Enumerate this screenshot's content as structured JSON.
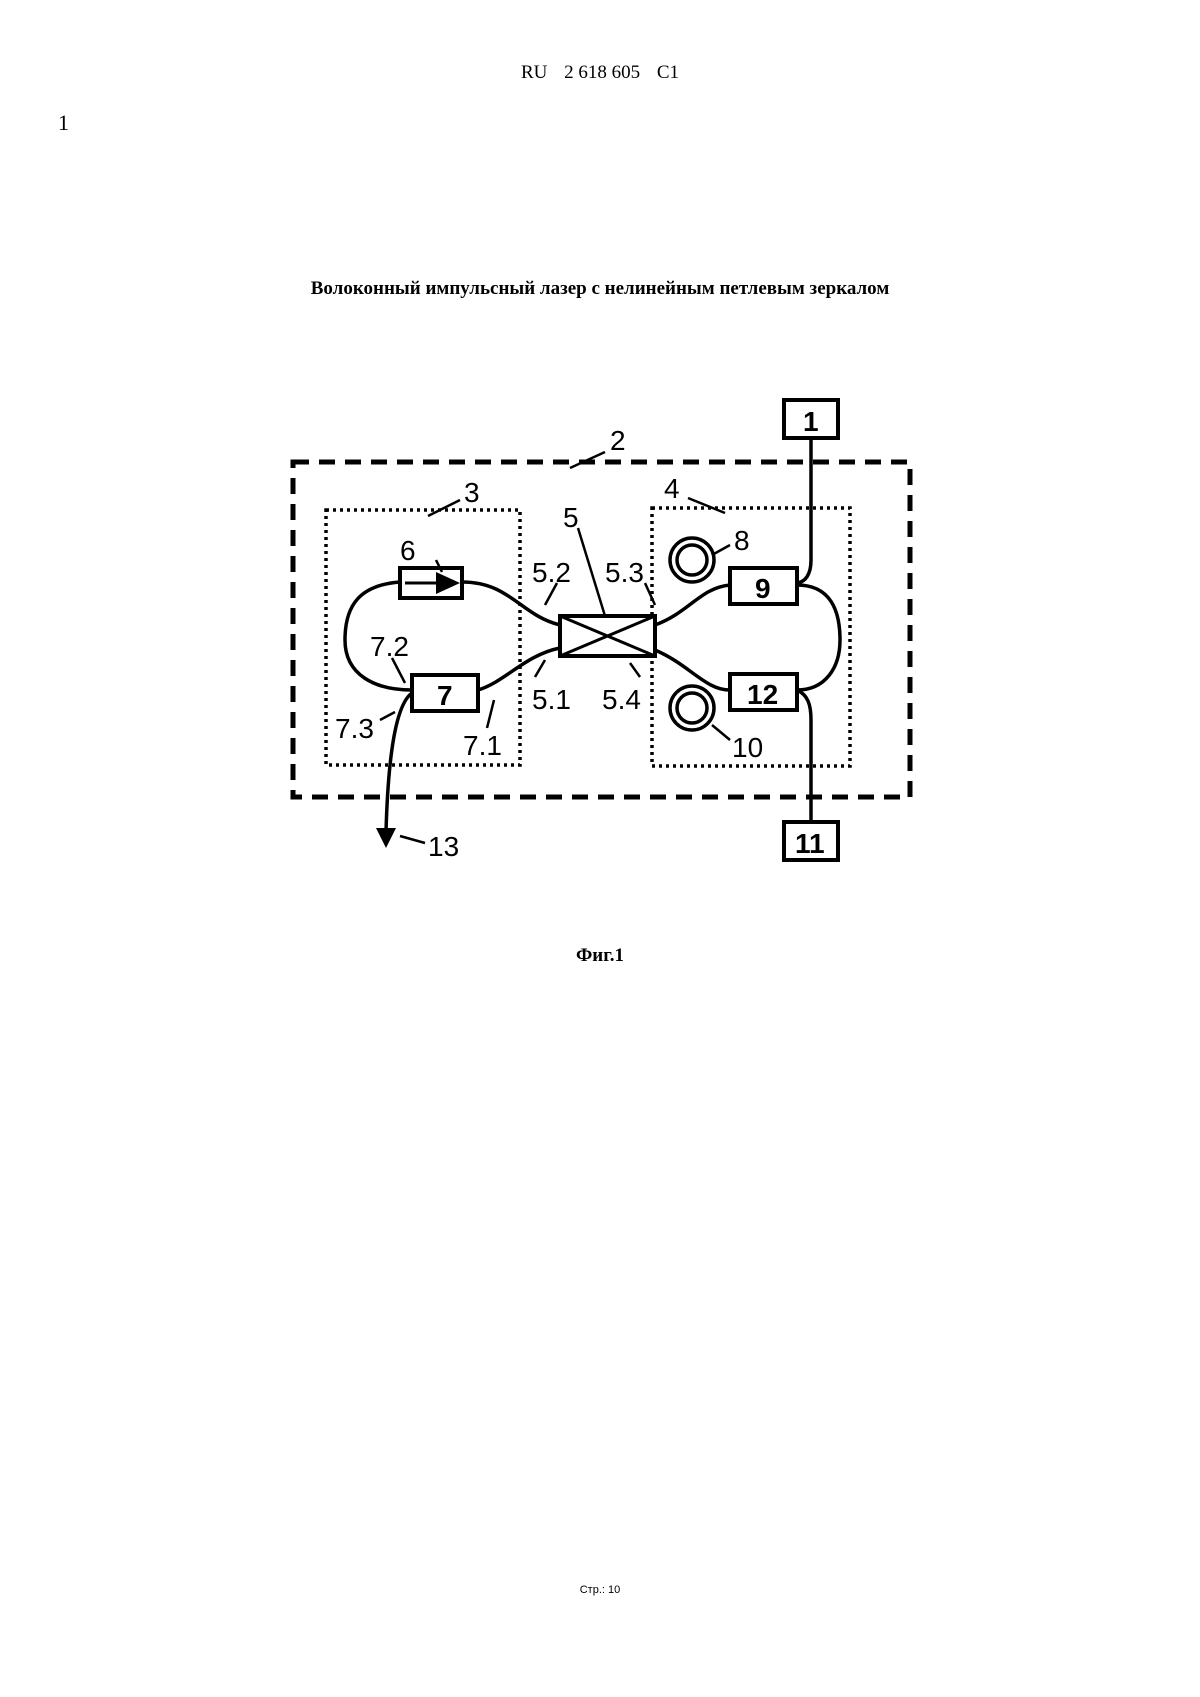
{
  "header": {
    "country": "RU",
    "patent_number": "2 618 605",
    "kind": "C1"
  },
  "page_marker": "1",
  "title": "Волоконный импульсный лазер с нелинейным петлевым зеркалом",
  "figure": {
    "labels": {
      "l1": "1",
      "l2": "2",
      "l3": "3",
      "l4": "4",
      "l5": "5",
      "l6": "6",
      "l7": "7",
      "l8": "8",
      "l9": "9",
      "l10": "10",
      "l11": "11",
      "l12": "12",
      "l13": "13",
      "l5_1": "5.1",
      "l5_2": "5.2",
      "l5_3": "5.3",
      "l5_4": "5.4",
      "l7_1": "7.1",
      "l7_2": "7.2",
      "l7_3": "7.3"
    }
  },
  "caption": "Фиг.1",
  "footer": "Стр.: 10"
}
